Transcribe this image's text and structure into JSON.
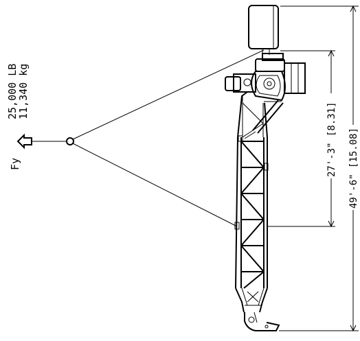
{
  "load": {
    "axis_label": "Fy",
    "value_imperial": "25,000 LB",
    "value_metric": "11,340 kg"
  },
  "dimensions": {
    "inner": "27'-3\" [8.31]",
    "overall": "49'-6\" [15.08]"
  }
}
